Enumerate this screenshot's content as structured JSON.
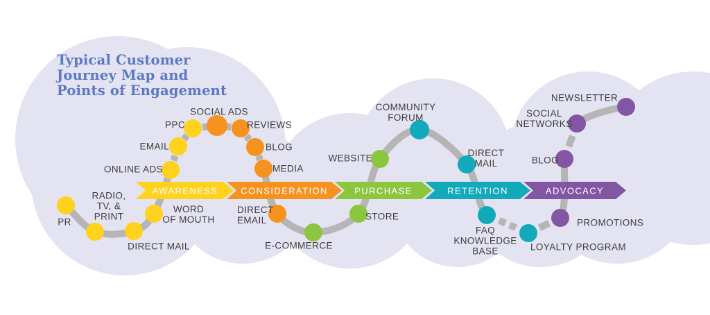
{
  "title": {
    "text": "Typical Customer\nJourney Map and\nPoints of Engagement",
    "color": "#5b79c4"
  },
  "colors": {
    "background": "#ffffff",
    "cloud": "#e3e3f1",
    "path": "#b5b5b5",
    "label_text": "#3d3d3d",
    "stage_label_text": "#ffffff"
  },
  "stages": [
    {
      "label": "AWARENESS",
      "color": "#ffd21e"
    },
    {
      "label": "CONSIDERATION",
      "color": "#f6921e"
    },
    {
      "label": "PURCHASE",
      "color": "#8cc63f"
    },
    {
      "label": "RETENTION",
      "color": "#12aabb"
    },
    {
      "label": "ADVOCACY",
      "color": "#8356a4"
    }
  ],
  "touchpoints": [
    {
      "label": "PR",
      "stage": "AWARENESS"
    },
    {
      "label": "RADIO,\nTV, &\nPRINT",
      "stage": "AWARENESS"
    },
    {
      "label": "DIRECT MAIL",
      "stage": "AWARENESS"
    },
    {
      "label": "WORD\nOF MOUTH",
      "stage": "AWARENESS"
    },
    {
      "label": "ONLINE ADS",
      "stage": "AWARENESS"
    },
    {
      "label": "EMAIL",
      "stage": "AWARENESS"
    },
    {
      "label": "PPC",
      "stage": "AWARENESS"
    },
    {
      "label": "SOCIAL ADS",
      "stage": "CONSIDERATION"
    },
    {
      "label": "REVIEWS",
      "stage": "CONSIDERATION"
    },
    {
      "label": "BLOG",
      "stage": "CONSIDERATION"
    },
    {
      "label": "MEDIA",
      "stage": "CONSIDERATION"
    },
    {
      "label": "DIRECT\nEMAIL",
      "stage": "CONSIDERATION"
    },
    {
      "label": "E-COMMERCE",
      "stage": "PURCHASE"
    },
    {
      "label": "STORE",
      "stage": "PURCHASE"
    },
    {
      "label": "WEBSITE",
      "stage": "PURCHASE"
    },
    {
      "label": "COMMUNITY\nFORUM",
      "stage": "RETENTION"
    },
    {
      "label": "DIRECT\nMAIL",
      "stage": "RETENTION"
    },
    {
      "label": "FAQ\nKNOWLEDGE\nBASE",
      "stage": "RETENTION"
    },
    {
      "label": "LOYALTY PROGRAM",
      "stage": "RETENTION"
    },
    {
      "label": "PROMOTIONS",
      "stage": "ADVOCACY"
    },
    {
      "label": "BLOG",
      "stage": "ADVOCACY"
    },
    {
      "label": "SOCIAL\nNETWORKS",
      "stage": "ADVOCACY"
    },
    {
      "label": "NEWSLETTER",
      "stage": "ADVOCACY"
    }
  ]
}
